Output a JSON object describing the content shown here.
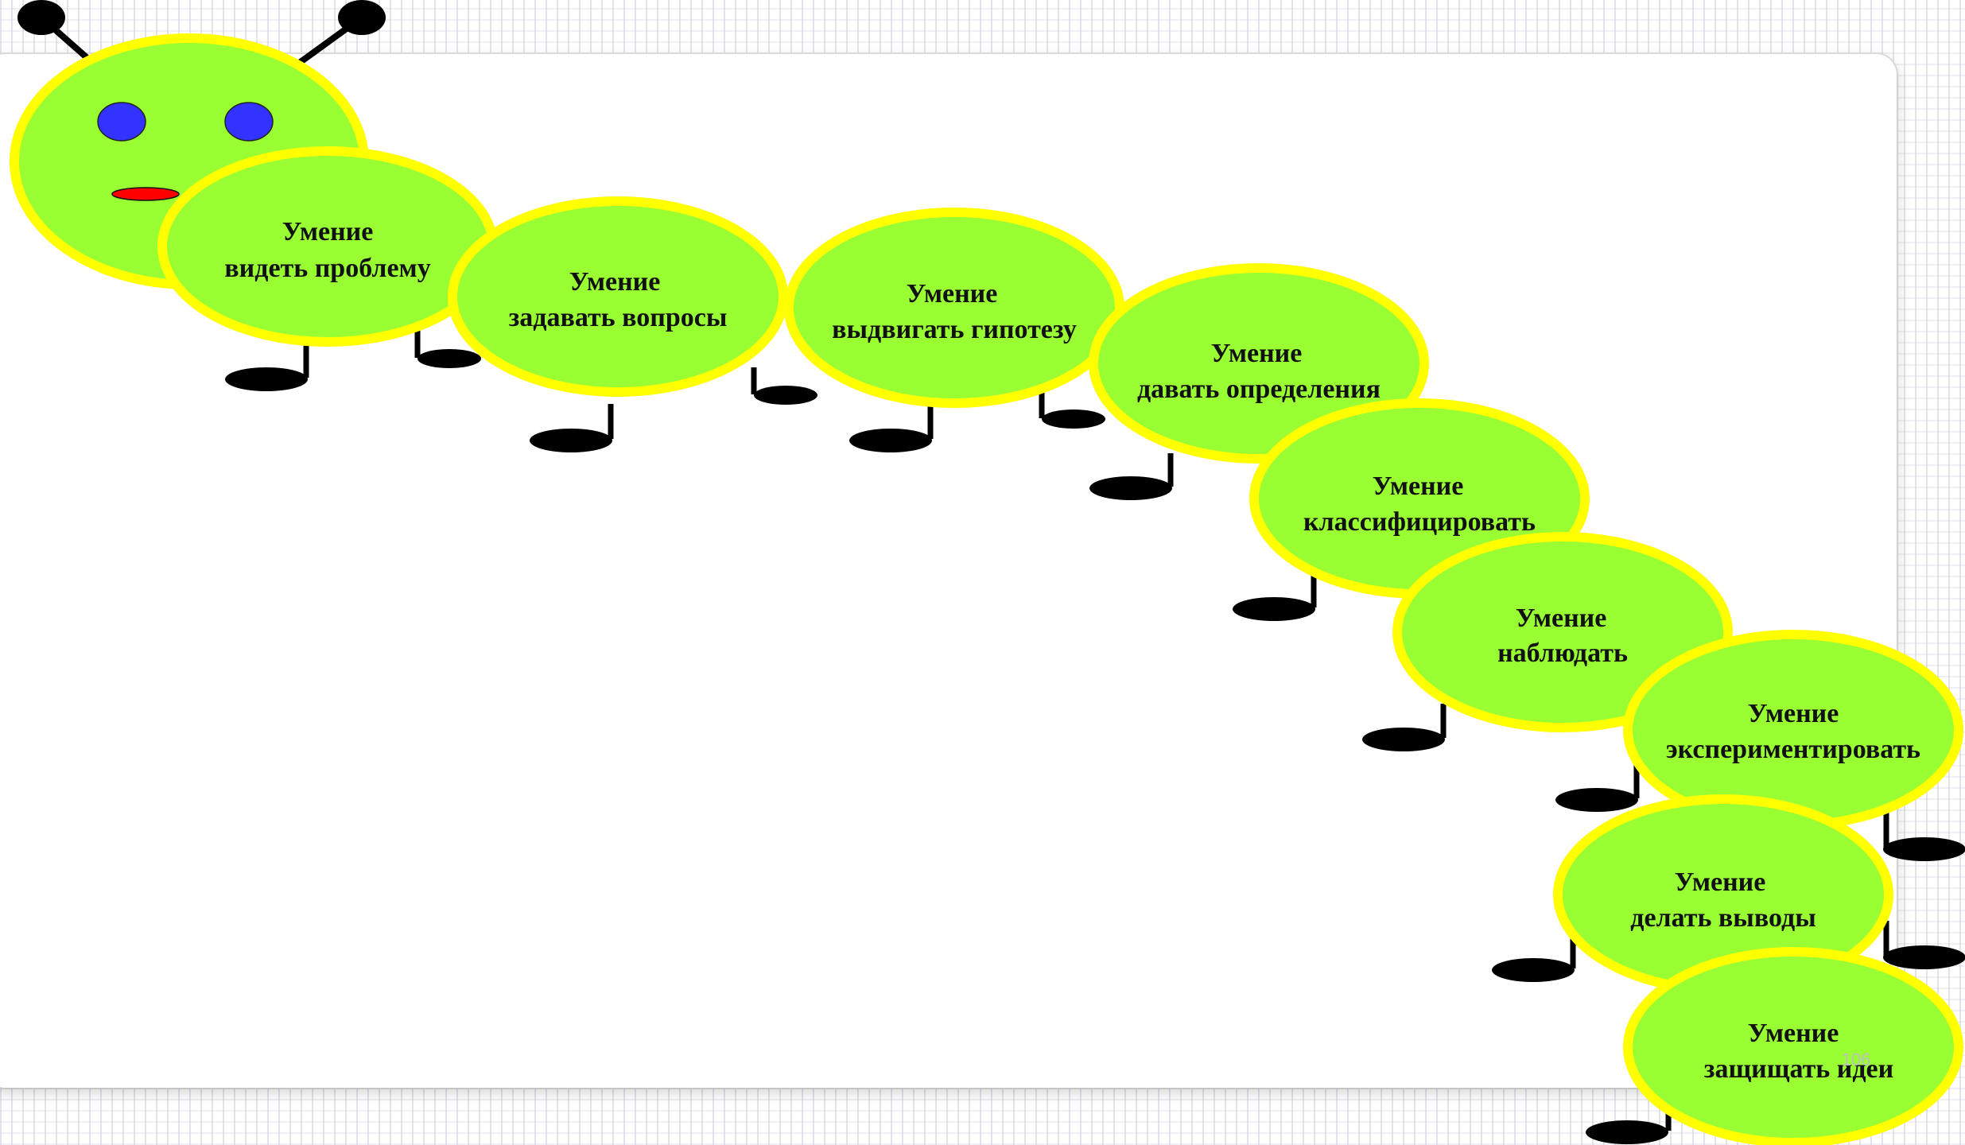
{
  "colors": {
    "segment_fill": "#99ff33",
    "segment_border": "#ffff00",
    "eyes": "#3333ff",
    "mouth": "#ff0000",
    "legs": "#000000"
  },
  "segments": [
    {
      "line1": "Умение",
      "line2": "видеть проблему"
    },
    {
      "line1": "Умение",
      "line2": "задавать вопросы"
    },
    {
      "line1": "Умение",
      "line2": "выдвигать гипотезу"
    },
    {
      "line1": "Умение",
      "line2": "давать определения"
    },
    {
      "line1": "Умение",
      "line2": "классифицировать"
    },
    {
      "line1": "Умение",
      "line2": "наблюдать"
    },
    {
      "line1": "Умение",
      "line2": "экспериментировать"
    },
    {
      "line1": "Умение",
      "line2": "делать выводы"
    },
    {
      "line1": "Умение",
      "line2": "защищать идеи"
    }
  ],
  "page_number": "106"
}
